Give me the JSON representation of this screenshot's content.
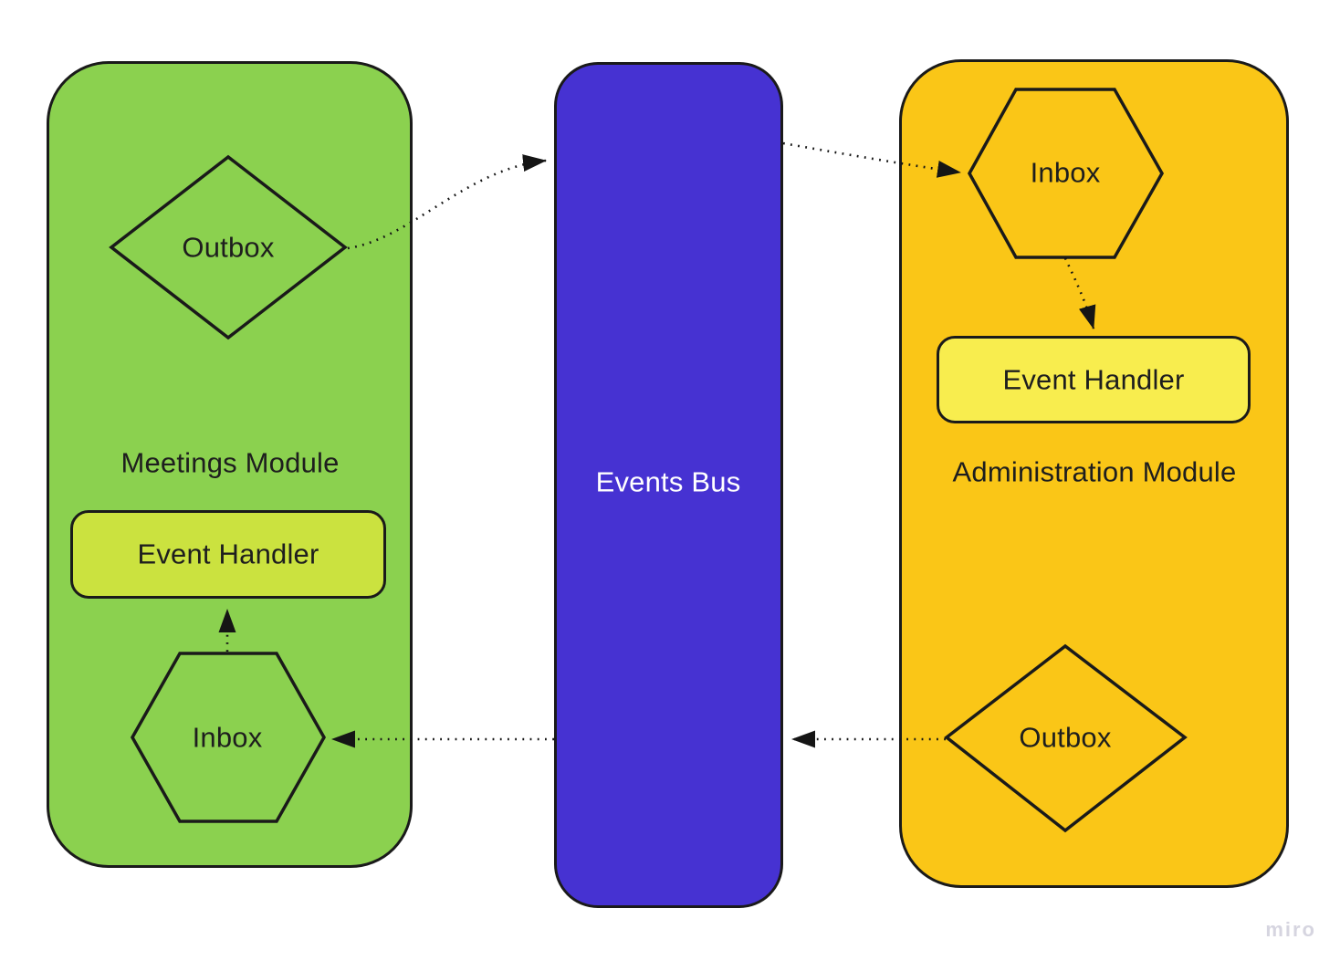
{
  "diagram": {
    "type": "module-communication-diagram",
    "watermark": "miro"
  },
  "colors": {
    "module_green": "#8BD14F",
    "module_blue": "#4632D2",
    "module_yellow": "#FAC617",
    "handler_green": "#CBE23F",
    "handler_yellow": "#F8ED4E",
    "shape_stroke": "#1A1A1A",
    "text_dark": "#1E1E1E",
    "text_light": "#FFFFFF",
    "watermark_color": "#D6D5E0"
  },
  "modules": {
    "meetings": {
      "title": "Meetings Module",
      "outbox_label": "Outbox",
      "inbox_label": "Inbox",
      "event_handler_label": "Event Handler"
    },
    "events_bus": {
      "title": "Events Bus"
    },
    "administration": {
      "title": "Administration Module",
      "inbox_label": "Inbox",
      "outbox_label": "Outbox",
      "event_handler_label": "Event Handler"
    }
  },
  "connections": [
    {
      "from": "meetings.outbox",
      "to": "events_bus",
      "style": "dotted",
      "arrow": "end"
    },
    {
      "from": "events_bus",
      "to": "administration.inbox",
      "style": "dotted",
      "arrow": "end"
    },
    {
      "from": "administration.inbox",
      "to": "administration.event_handler",
      "style": "dotted",
      "arrow": "end"
    },
    {
      "from": "administration.outbox",
      "to": "events_bus",
      "style": "dotted",
      "arrow": "end"
    },
    {
      "from": "events_bus",
      "to": "meetings.inbox",
      "style": "dotted",
      "arrow": "end"
    },
    {
      "from": "meetings.inbox",
      "to": "meetings.event_handler",
      "style": "dotted",
      "arrow": "end"
    }
  ]
}
